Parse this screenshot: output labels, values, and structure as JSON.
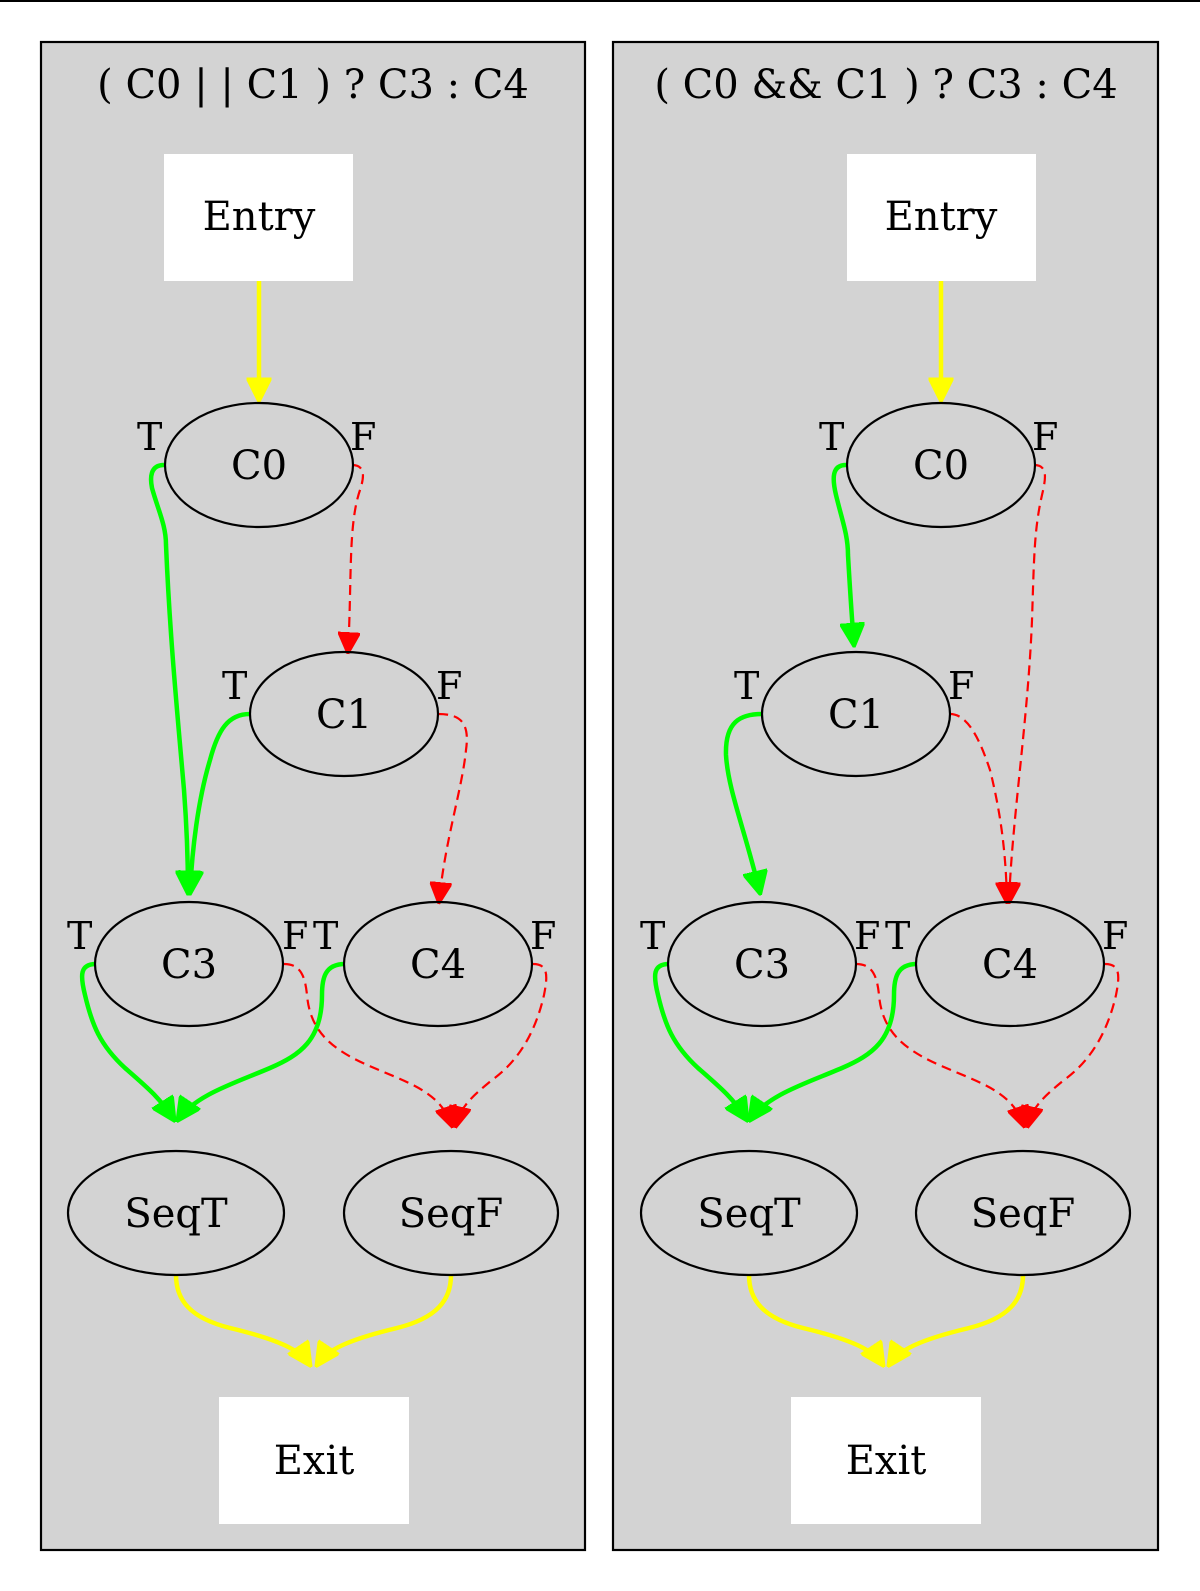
{
  "colors": {
    "background": "#ffffff",
    "cluster_fill": "#d3d3d3",
    "box_fill": "#ffffff",
    "sequence_edge": "#ffff00",
    "true_edge": "#00ff00",
    "false_edge": "#ff0000"
  },
  "panels": [
    {
      "title": "( C0 | | C1 ) ? C3 : C4",
      "nodes": {
        "entry": "Entry",
        "c0": "C0",
        "c1": "C1",
        "c3": "C3",
        "c4": "C4",
        "seqt": "SeqT",
        "seqf": "SeqF",
        "exit": "Exit"
      },
      "edges": [
        {
          "from": "Entry",
          "to": "C0",
          "kind": "sequence"
        },
        {
          "from": "C0",
          "to": "C3",
          "kind": "true"
        },
        {
          "from": "C0",
          "to": "C1",
          "kind": "false"
        },
        {
          "from": "C1",
          "to": "C3",
          "kind": "true"
        },
        {
          "from": "C1",
          "to": "C4",
          "kind": "false"
        },
        {
          "from": "C3",
          "to": "SeqT",
          "kind": "true"
        },
        {
          "from": "C3",
          "to": "SeqF",
          "kind": "false"
        },
        {
          "from": "C4",
          "to": "SeqT",
          "kind": "true"
        },
        {
          "from": "C4",
          "to": "SeqF",
          "kind": "false"
        },
        {
          "from": "SeqT",
          "to": "Exit",
          "kind": "sequence"
        },
        {
          "from": "SeqF",
          "to": "Exit",
          "kind": "sequence"
        }
      ]
    },
    {
      "title": "( C0 && C1 ) ? C3 : C4",
      "nodes": {
        "entry": "Entry",
        "c0": "C0",
        "c1": "C1",
        "c3": "C3",
        "c4": "C4",
        "seqt": "SeqT",
        "seqf": "SeqF",
        "exit": "Exit"
      },
      "edges": [
        {
          "from": "Entry",
          "to": "C0",
          "kind": "sequence"
        },
        {
          "from": "C0",
          "to": "C1",
          "kind": "true"
        },
        {
          "from": "C0",
          "to": "C4",
          "kind": "false"
        },
        {
          "from": "C1",
          "to": "C3",
          "kind": "true"
        },
        {
          "from": "C1",
          "to": "C4",
          "kind": "false"
        },
        {
          "from": "C3",
          "to": "SeqT",
          "kind": "true"
        },
        {
          "from": "C3",
          "to": "SeqF",
          "kind": "false"
        },
        {
          "from": "C4",
          "to": "SeqT",
          "kind": "true"
        },
        {
          "from": "C4",
          "to": "SeqF",
          "kind": "false"
        },
        {
          "from": "SeqT",
          "to": "Exit",
          "kind": "sequence"
        },
        {
          "from": "SeqF",
          "to": "Exit",
          "kind": "sequence"
        }
      ]
    }
  ],
  "port_labels": {
    "true": "T",
    "false": "F"
  }
}
